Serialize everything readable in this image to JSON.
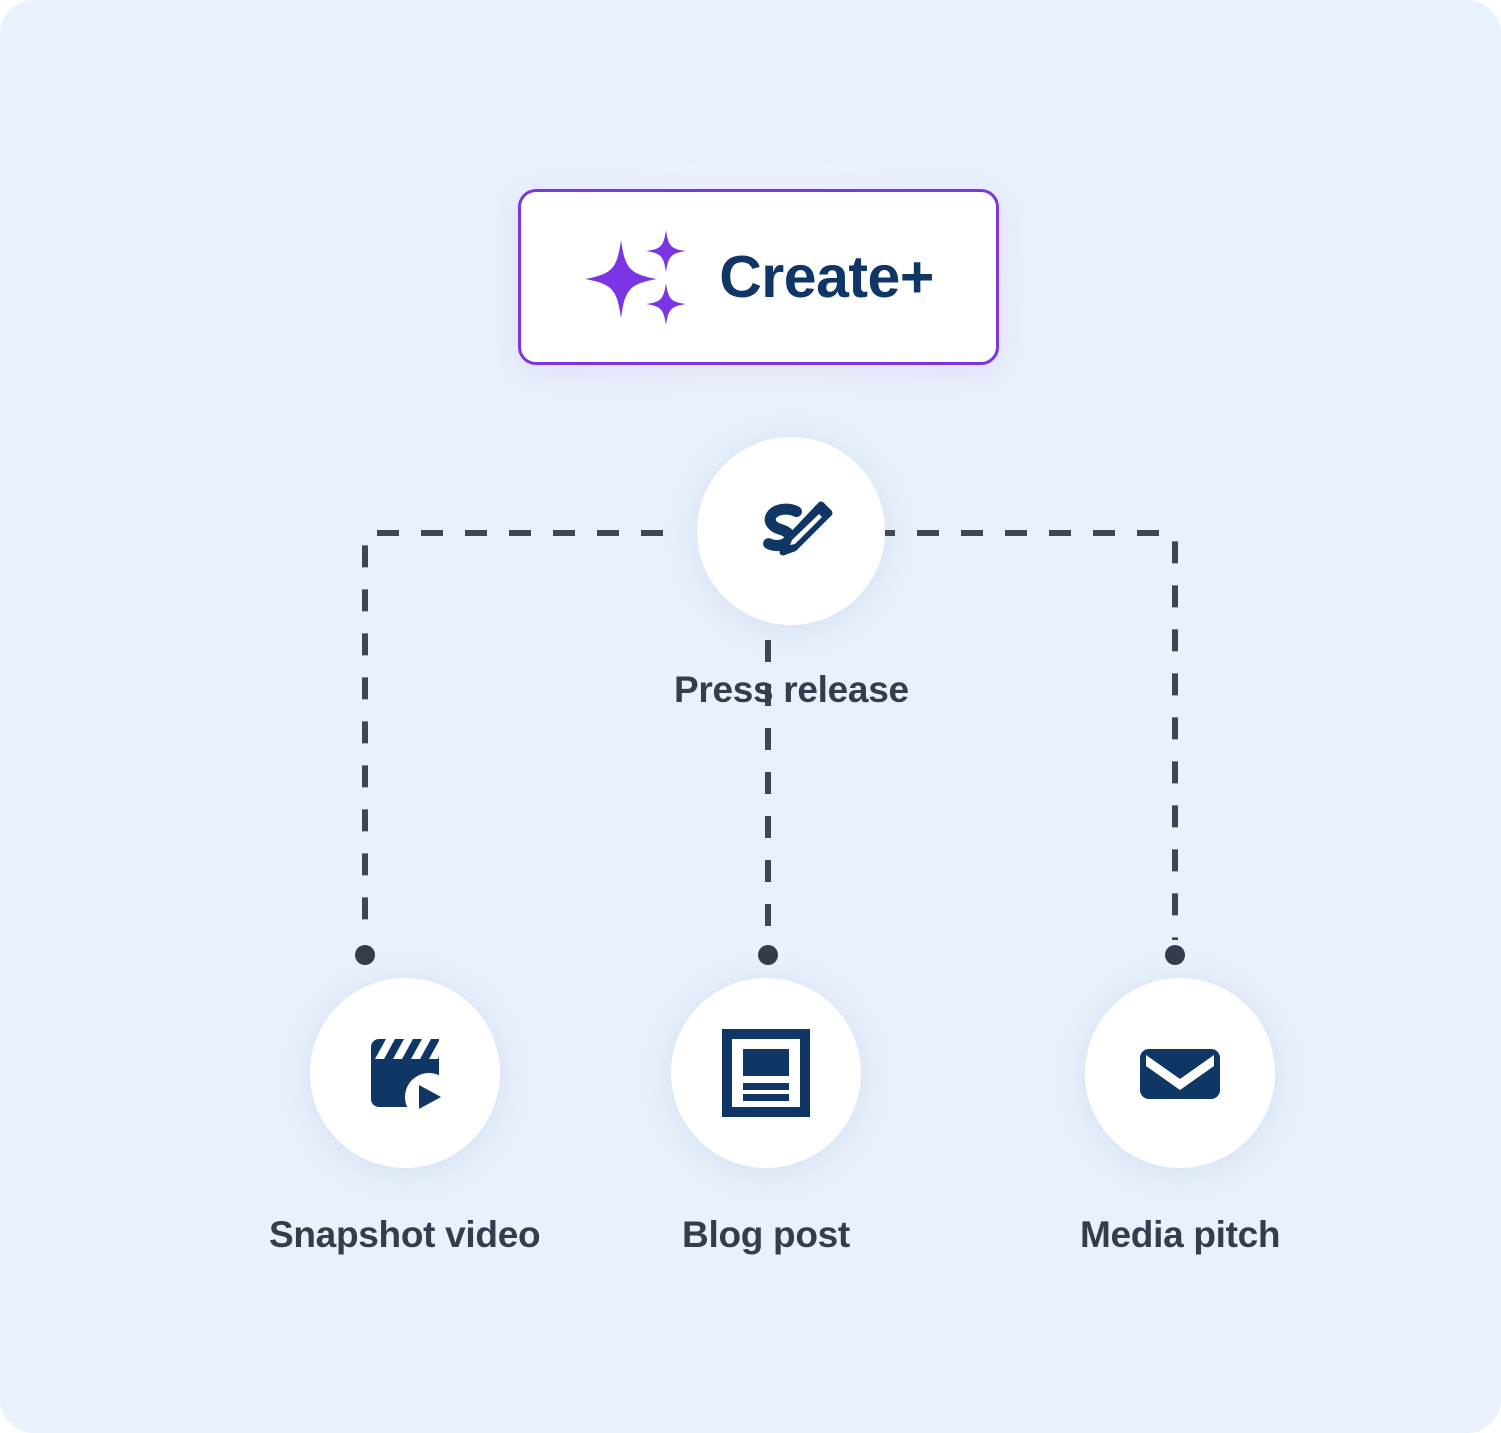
{
  "theme": {
    "background": "#e9f1fc",
    "card_background": "#ffffff",
    "accent_purple": "#7b35e4",
    "navy": "#103666",
    "label_slate": "#333d4d",
    "connector": "#3d4654"
  },
  "create_button": {
    "label": "Create+",
    "icon": "sparkles-icon",
    "border_color": "#7b35e4",
    "text_color": "#103666"
  },
  "nodes": {
    "root": {
      "label": "Press release",
      "icon": "pencil-write-icon"
    },
    "children": [
      {
        "label": "Snapshot video",
        "icon": "clapperboard-play-icon"
      },
      {
        "label": "Blog post",
        "icon": "article-icon"
      },
      {
        "label": "Media pitch",
        "icon": "envelope-icon"
      }
    ]
  },
  "connectors": {
    "style": "dashed",
    "color": "#3d4654",
    "endpoint_marker": "dot"
  }
}
